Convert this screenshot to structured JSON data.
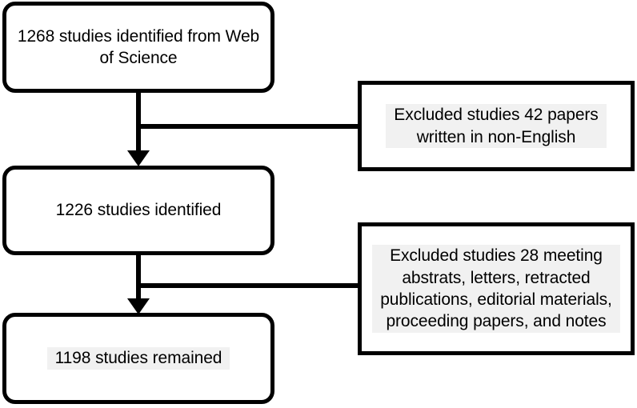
{
  "diagram": {
    "type": "flowchart",
    "title": "PRISMA-style study selection flow",
    "colors": {
      "stroke": "#000000",
      "background": "#ffffff",
      "text": "#000000",
      "text_highlight": "#f1f1f1"
    },
    "nodes": [
      {
        "id": "identified",
        "shape": "rounded-rectangle",
        "text": "1268 studies identified from Web\nof Science",
        "count": 1268
      },
      {
        "id": "excluded-language",
        "shape": "rectangle",
        "text": "Excluded studies 42 papers\nwritten in non-English",
        "count": 42
      },
      {
        "id": "after-language",
        "shape": "rounded-rectangle",
        "text": "1226 studies identified",
        "count": 1226
      },
      {
        "id": "excluded-type",
        "shape": "rectangle",
        "text": "Excluded studies 28 meeting\nabstrats, letters, retracted\npublications, editorial materials,\nproceeding papers, and notes",
        "count": 28
      },
      {
        "id": "remained",
        "shape": "rounded-rectangle",
        "text": "1198 studies remained",
        "count": 1198
      }
    ],
    "edges": [
      {
        "from": "identified",
        "to": "after-language",
        "style": "arrow-down"
      },
      {
        "from": "identified",
        "to": "excluded-language",
        "style": "line-right"
      },
      {
        "from": "after-language",
        "to": "remained",
        "style": "arrow-down"
      },
      {
        "from": "after-language",
        "to": "excluded-type",
        "style": "line-right"
      }
    ]
  }
}
